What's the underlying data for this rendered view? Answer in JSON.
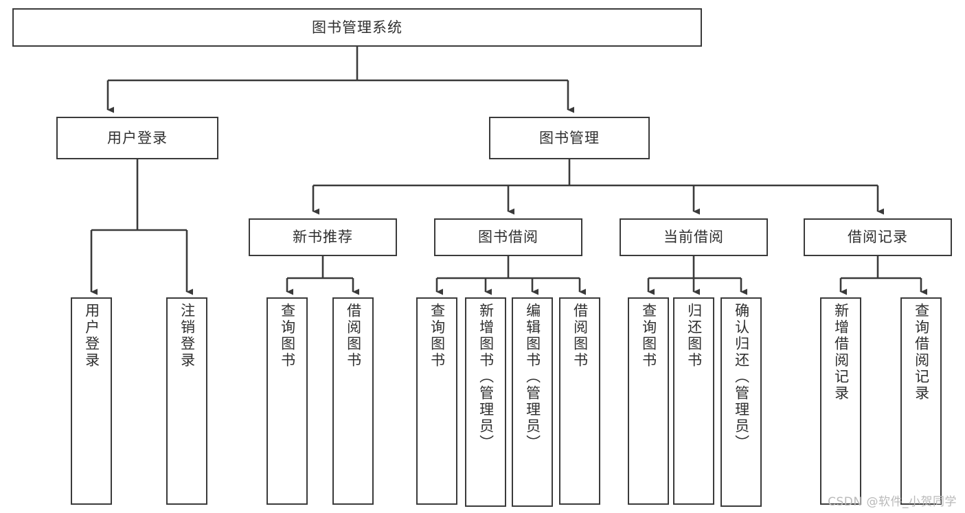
{
  "diagram": {
    "title": "图书管理系统",
    "type": "tree-hierarchy",
    "style": {
      "background": "#ffffff",
      "box_border": "#3a3a3a",
      "connector": "#3a3a3a",
      "text": "#2f2f2f"
    },
    "root": {
      "label": "图书管理系统"
    },
    "level2": [
      {
        "label": "用户登录"
      },
      {
        "label": "图书管理"
      }
    ],
    "level3": [
      {
        "label": "新书推荐"
      },
      {
        "label": "图书借阅"
      },
      {
        "label": "当前借阅"
      },
      {
        "label": "借阅记录"
      }
    ],
    "leaves": {
      "user_login": [
        {
          "label": "用户登录"
        },
        {
          "label": "注销登录"
        }
      ],
      "new_book_recommend": [
        {
          "label": "查询图书"
        },
        {
          "label": "借阅图书"
        }
      ],
      "book_borrow": [
        {
          "label": "查询图书"
        },
        {
          "label": "新增图书（管理员）"
        },
        {
          "label": "编辑图书（管理员）"
        },
        {
          "label": "借阅图书"
        }
      ],
      "current_borrow": [
        {
          "label": "查询图书"
        },
        {
          "label": "归还图书"
        },
        {
          "label": "确认归还（管理员）"
        }
      ],
      "borrow_record": [
        {
          "label": "新增借阅记录"
        },
        {
          "label": "查询借阅记录"
        }
      ]
    }
  },
  "watermark": {
    "text": "CSDN @软件_小贺同学"
  }
}
